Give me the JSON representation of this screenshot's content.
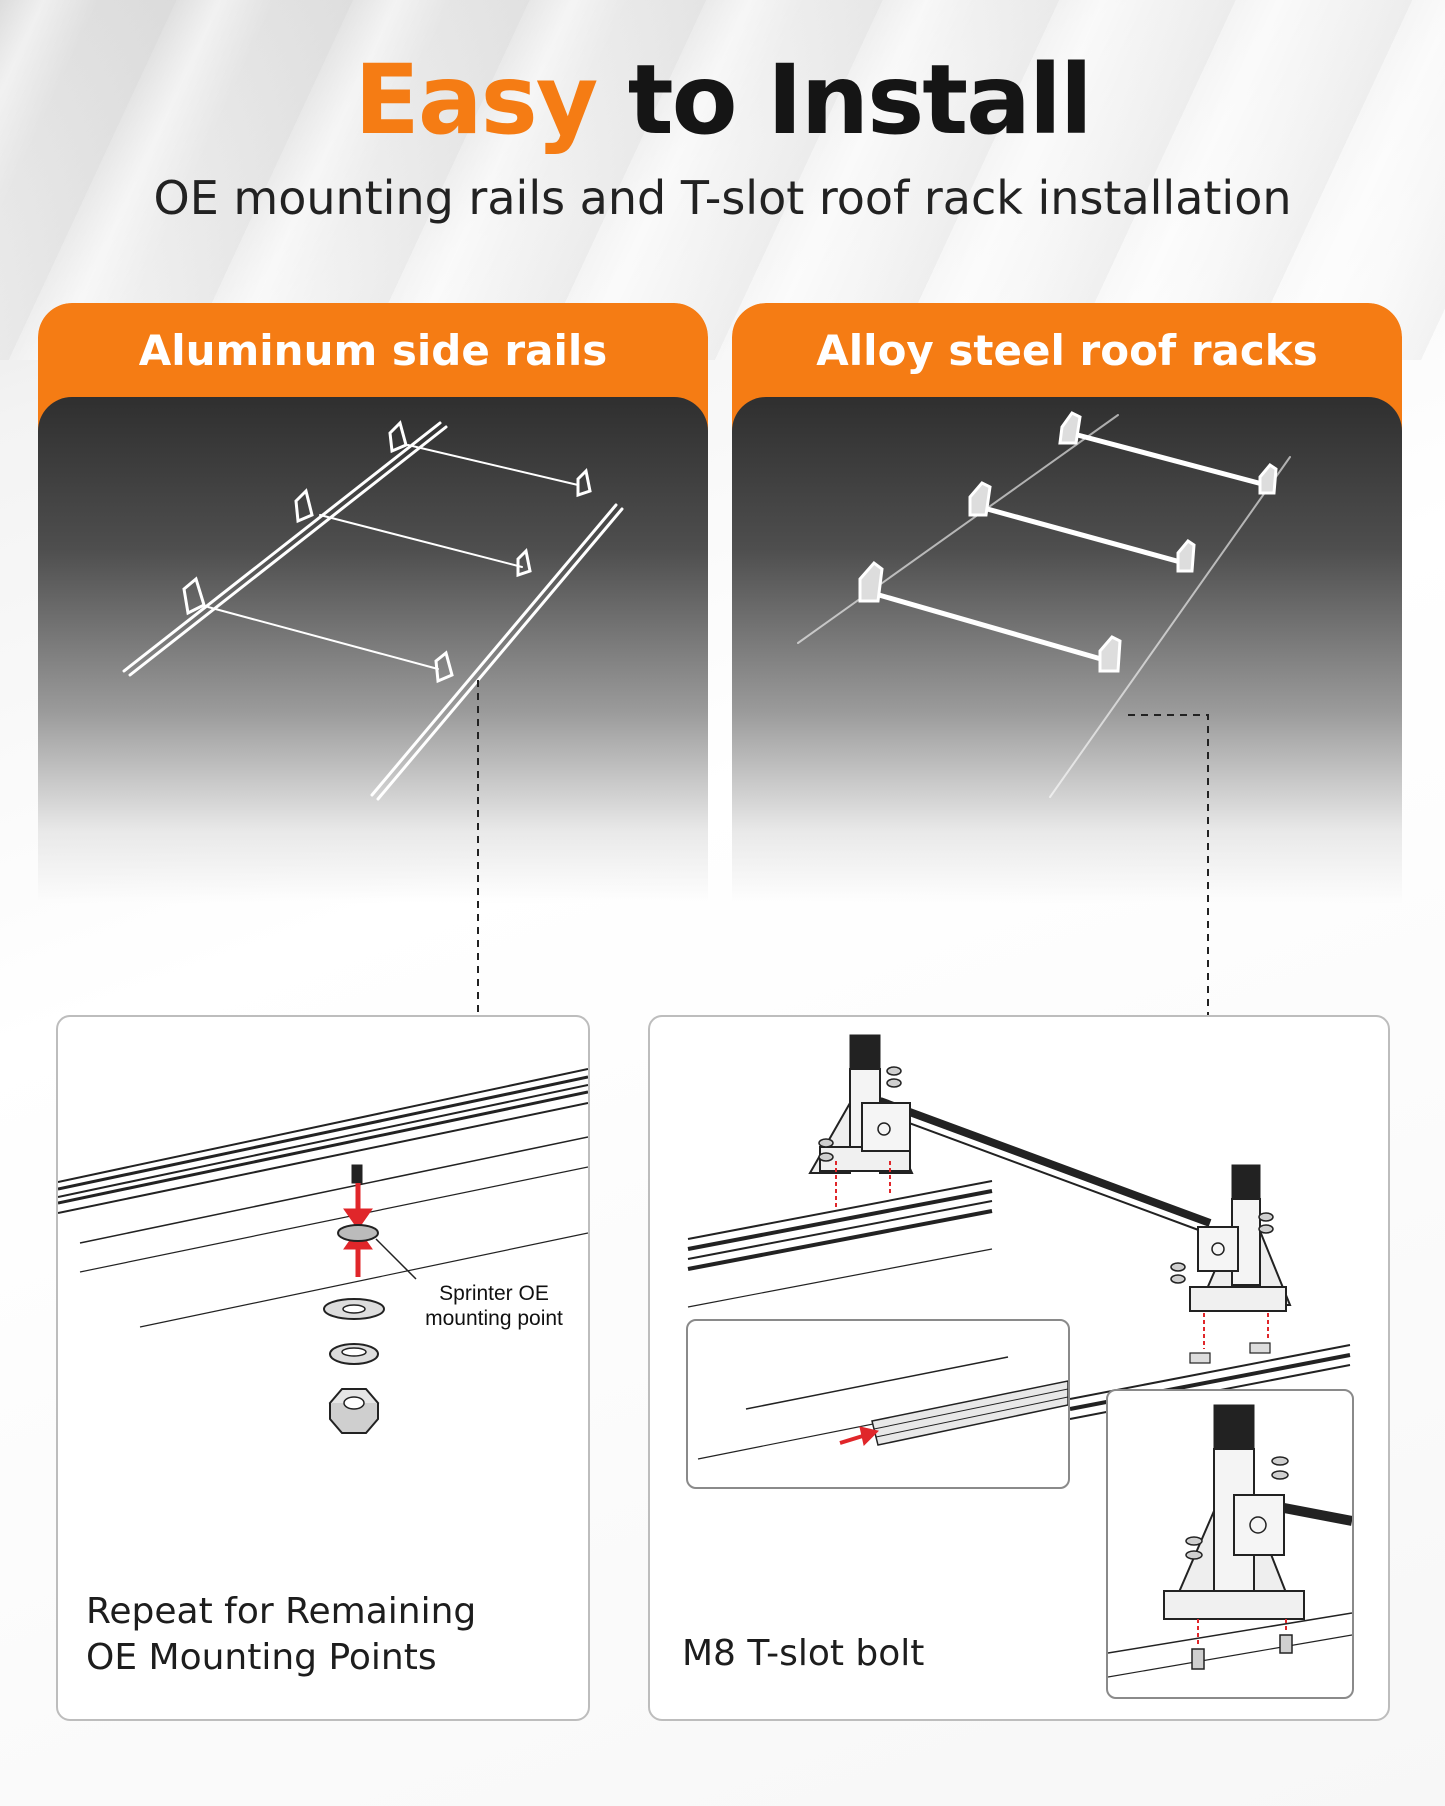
{
  "header": {
    "title_accent": "Easy",
    "title_rest": "to Install",
    "subtitle": "OE mounting rails and T-slot roof rack installation",
    "accent_color": "#f57c14"
  },
  "panels": [
    {
      "title": "Aluminum side rails",
      "icon": "side-rails-illustration"
    },
    {
      "title": "Alloy steel roof racks",
      "icon": "roof-rack-illustration"
    }
  ],
  "cards": {
    "left": {
      "caption_line1": "Repeat for Remaining",
      "caption_line2": "OE Mounting Points",
      "callout_line1": "Sprinter OE",
      "callout_line2": "mounting point"
    },
    "right": {
      "caption": "M8 T-slot bolt"
    }
  }
}
